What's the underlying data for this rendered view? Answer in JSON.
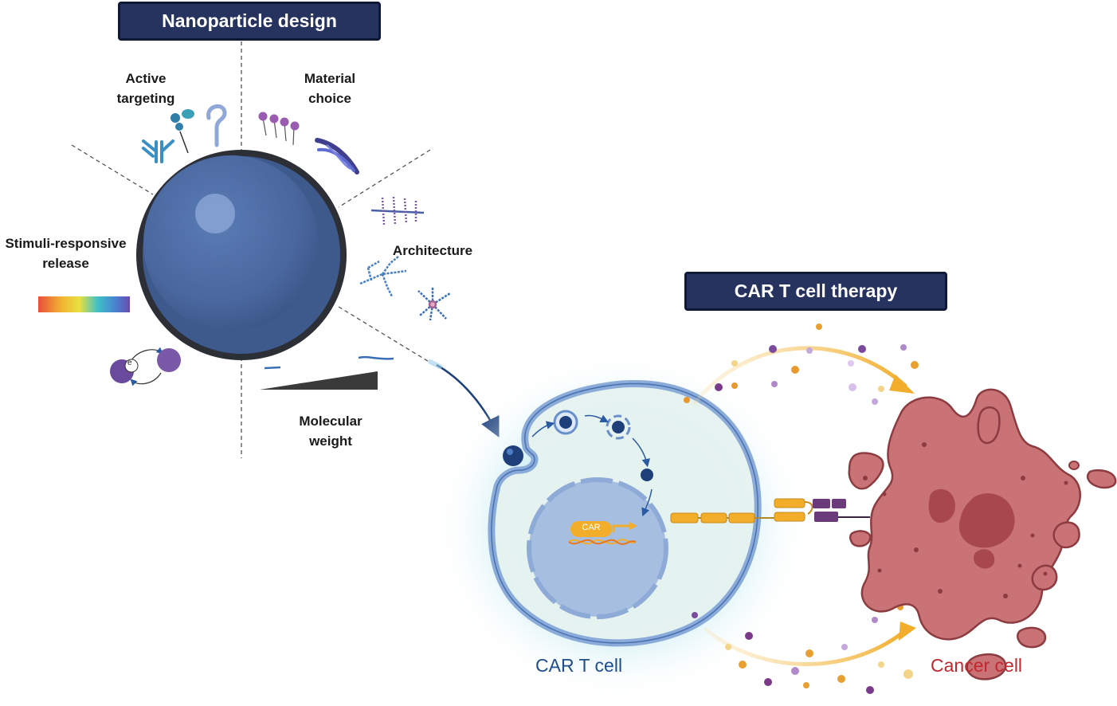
{
  "banners": {
    "nanoparticle_design": "Nanoparticle design",
    "car_t_cell_therapy": "CAR T cell therapy"
  },
  "design_labels": {
    "active_targeting": "Active targeting",
    "material_choice": "Material choice",
    "architecture": "Architecture",
    "stimuli_responsive_release": "Stimuli-responsive release",
    "molecular_weight": "Molecular weight"
  },
  "cell_labels": {
    "car_t_cell": "CAR T cell",
    "cancer_cell": "Cancer cell",
    "car_gene": "CAR",
    "electron": "e"
  },
  "colors": {
    "banner_bg": "#27335f",
    "nanoparticle": "#4a6aa3",
    "tcell_label": "#1f4e8c",
    "cancer_label": "#c0282d",
    "cancer_fill": "#c97376",
    "car_orange": "#f2ad2a",
    "antigen_purple": "#6b3a7a"
  }
}
